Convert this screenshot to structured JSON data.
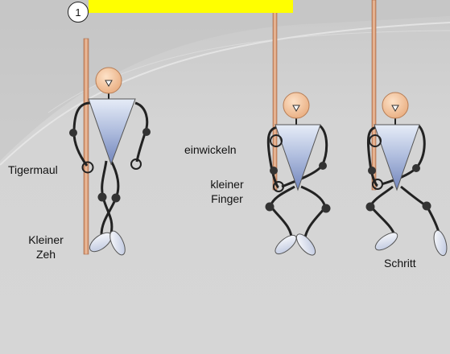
{
  "step_number": "1",
  "colors": {
    "background_light": "#d2d2d2",
    "background_dark": "#b4b4b4",
    "highlight_bar": "#ffff00",
    "pole": "#d9a07e",
    "head": "#f3c29a",
    "torso_top": "#d7e0f0",
    "torso_bottom": "#7f93c4",
    "joint": "#333333"
  },
  "figures": [
    {
      "name": "figure-1",
      "labels": [
        "Tigermaul",
        "Kleiner Zeh"
      ]
    },
    {
      "name": "figure-2",
      "labels": [
        "einwickeln",
        "kleiner Finger"
      ]
    },
    {
      "name": "figure-3",
      "labels": [
        "Schritt"
      ]
    }
  ],
  "labels": {
    "tigermaul": "Tigermaul",
    "kleiner_zeh_line1": "Kleiner",
    "kleiner_zeh_line2": "Zeh",
    "einwickeln": "einwickeln",
    "kleiner_finger_line1": "kleiner",
    "kleiner_finger_line2": "Finger",
    "schritt": "Schritt"
  }
}
